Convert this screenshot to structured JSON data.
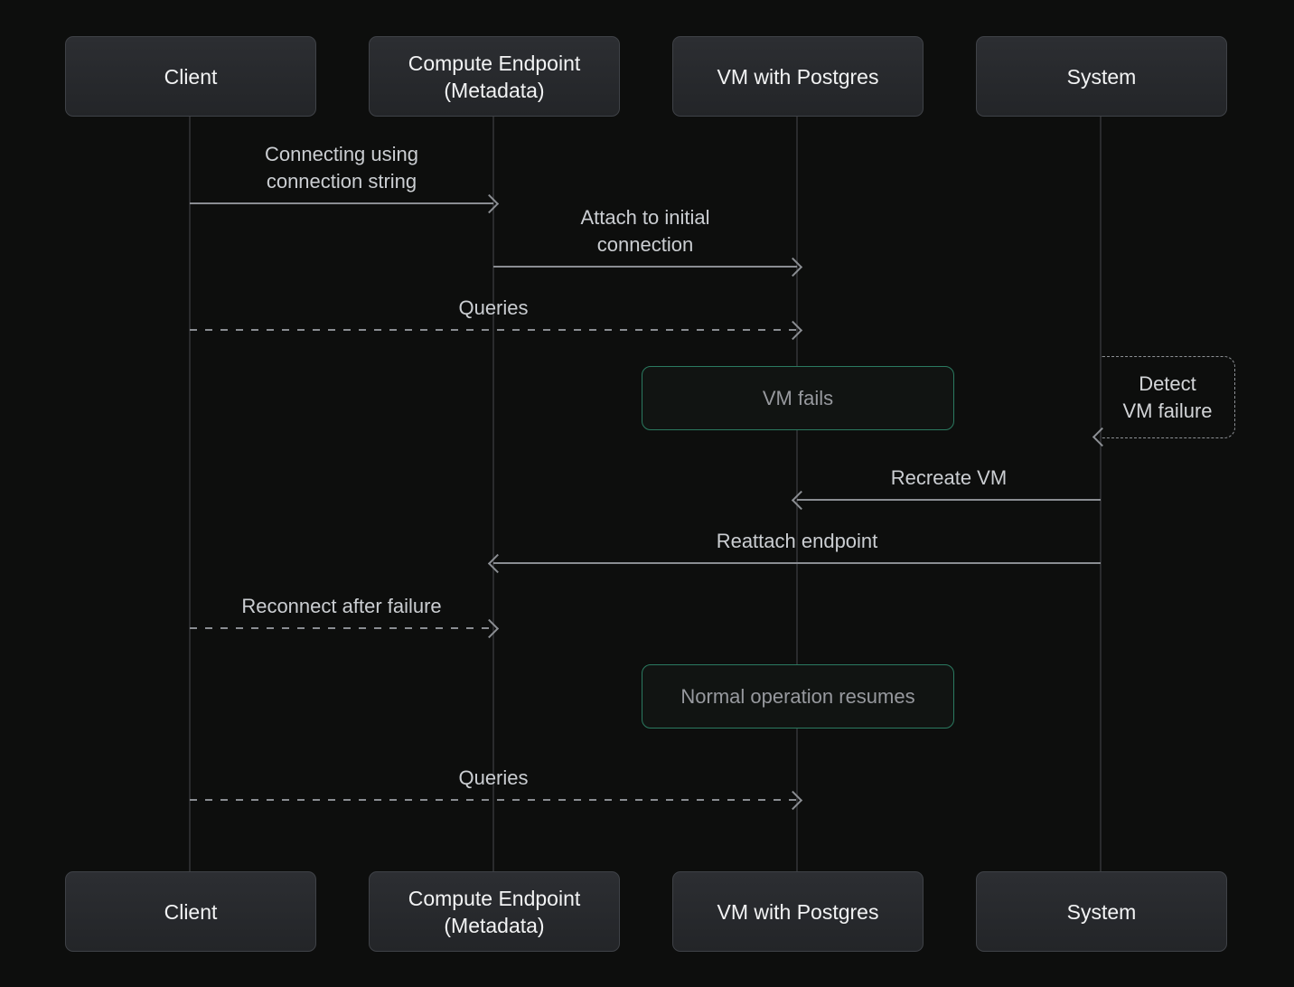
{
  "diagram": {
    "type": "sequence",
    "actors": [
      {
        "id": "client",
        "label": "Client"
      },
      {
        "id": "compute-endpoint",
        "label": "Compute Endpoint\n(Metadata)"
      },
      {
        "id": "vm-postgres",
        "label": "VM with Postgres"
      },
      {
        "id": "system",
        "label": "System"
      }
    ],
    "messages": [
      {
        "from": "Client",
        "to": "Compute Endpoint (Metadata)",
        "label": "Connecting using\nconnection string",
        "line": "solid",
        "direction": "right"
      },
      {
        "from": "Compute Endpoint (Metadata)",
        "to": "VM with Postgres",
        "label": "Attach to initial\nconnection",
        "line": "solid",
        "direction": "right"
      },
      {
        "from": "Client",
        "to": "VM with Postgres",
        "label": "Queries",
        "line": "dashed",
        "direction": "right"
      },
      {
        "from": "System",
        "to": "System",
        "label": "Detect\nVM failure",
        "line": "dashed",
        "direction": "self"
      },
      {
        "from": "System",
        "to": "VM with Postgres",
        "label": "Recreate VM",
        "line": "solid",
        "direction": "left"
      },
      {
        "from": "System",
        "to": "Compute Endpoint (Metadata)",
        "label": "Reattach endpoint",
        "line": "solid",
        "direction": "left"
      },
      {
        "from": "Client",
        "to": "Compute Endpoint (Metadata)",
        "label": "Reconnect after failure",
        "line": "dashed",
        "direction": "right"
      },
      {
        "from": "Client",
        "to": "VM with Postgres",
        "label": "Queries",
        "line": "dashed",
        "direction": "right"
      }
    ],
    "notes": [
      {
        "over": "VM with Postgres",
        "label": "VM fails"
      },
      {
        "over": "VM with Postgres",
        "label": "Normal operation resumes"
      }
    ],
    "colors": {
      "background": "#0d0e0d",
      "actor_box_top": "#2c2e32",
      "actor_box_bottom": "#232528",
      "actor_box_border": "#3f4247",
      "actor_text": "#f2f3f4",
      "lifeline": "#2a2b2d",
      "arrow_line": "#8a8d92",
      "message_label": "#cbced2",
      "note_border_green": "#2b7a60",
      "note_background": "#111412",
      "note_text": "#97999e",
      "self_message_text": "#d3d5d8"
    }
  }
}
